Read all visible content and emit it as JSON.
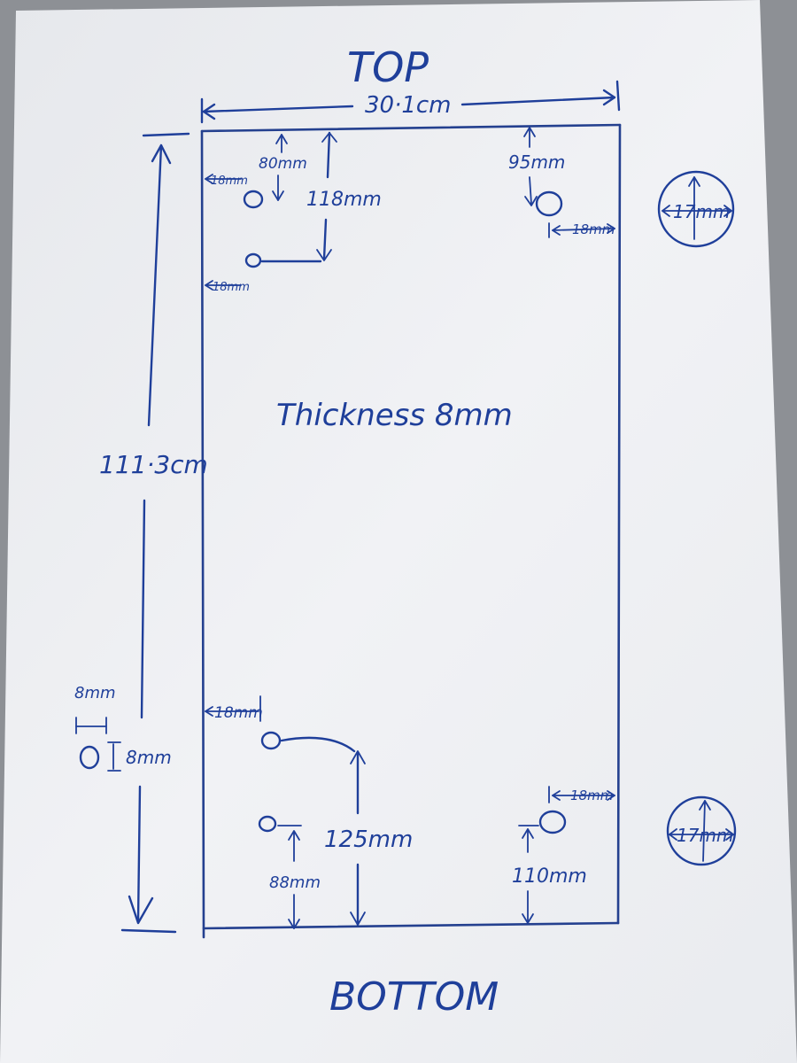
{
  "drawing": {
    "top_label": "TOP",
    "bottom_label": "BOTTOM",
    "width_label": "30·1cm",
    "height_label": "111·3cm",
    "thickness_label": "Thickness 8mm",
    "hole_legend": {
      "width": "8mm",
      "height": "8mm"
    },
    "large_hole_legend": [
      "17mm",
      "17mm"
    ],
    "top_dims": {
      "left_edge_upper": "18mm",
      "left_edge_lower": "18mm",
      "upper_hole_from_top": "80mm",
      "lower_hole_from_top": "118mm",
      "right_hole_from_top": "95mm",
      "right_hole_from_edge": "18mm"
    },
    "bottom_dims": {
      "left_edge": "18mm",
      "upper_hole_from_bottom": "125mm",
      "lower_hole_from_bottom": "88mm",
      "right_hole_from_bottom": "110mm",
      "right_hole_from_edge": "18mm"
    }
  },
  "colors": {
    "ink": "#1f3f9a",
    "paper": "#eef0f3",
    "background": "#8d9095"
  }
}
